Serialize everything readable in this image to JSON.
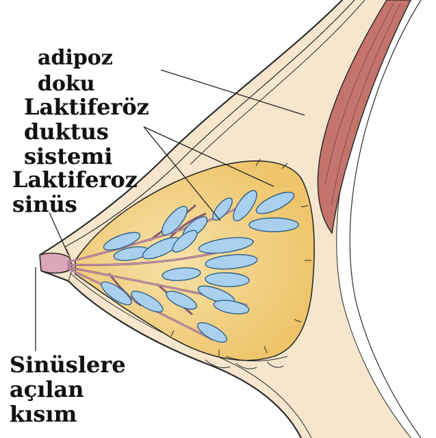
{
  "labels": {
    "adipose_line1": "adipoz",
    "adipose_line2": "doku",
    "ductus_line1": "Laktiferöz",
    "ductus_line2": "duktus",
    "ductus_line3": "sistemi",
    "sinus_line1": "Laktiferoz",
    "sinus_line2": "sinüs",
    "opening_line1": "Sinüslere",
    "opening_line2": "açılan",
    "opening_line3": "kısım"
  },
  "colors": {
    "skin": "#f5e6cd",
    "outline": "#2b2b2b",
    "muscle": "#c4746c",
    "muscle_dark": "#8e4a45",
    "gland": "#f0cf7b",
    "gland_light": "#f6e1a8",
    "lobule": "#a9d0ee",
    "lobule_edge": "#2f5f8a",
    "duct": "#c79ab2",
    "nipple": "#d9a7b6"
  }
}
